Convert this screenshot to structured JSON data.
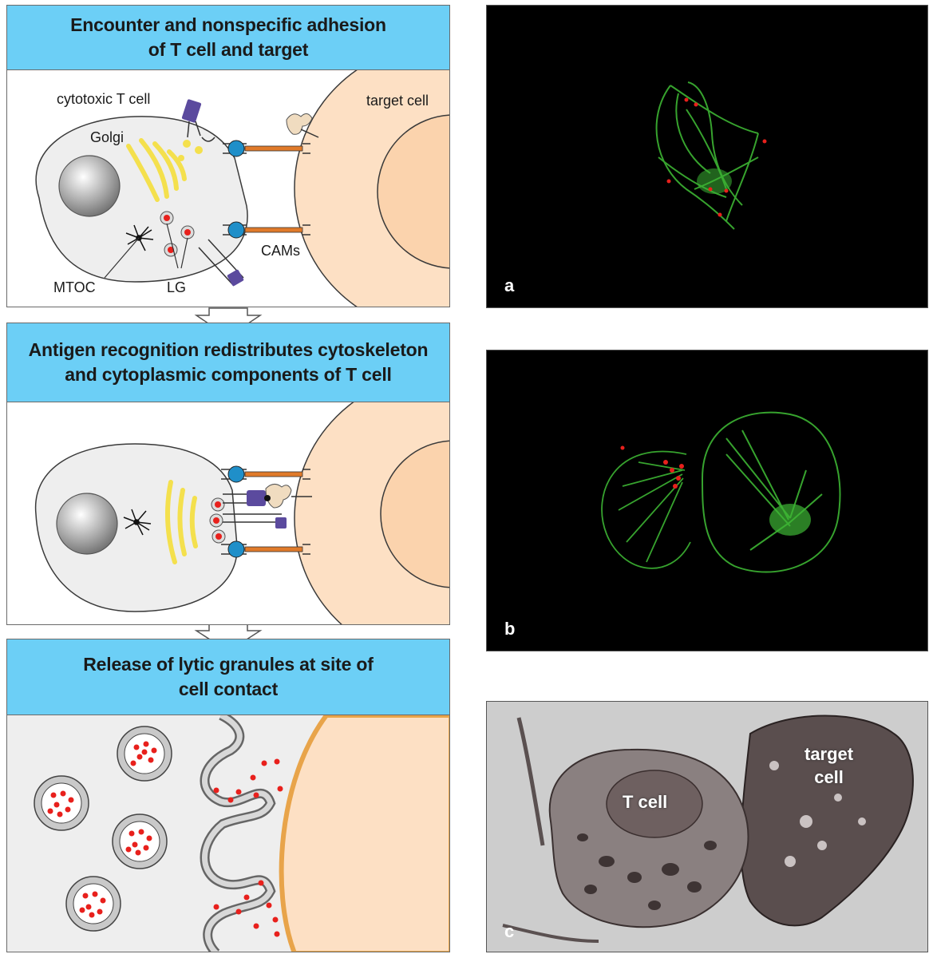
{
  "steps": [
    {
      "line1": "Encounter and nonspecific adhesion",
      "line2": "of T cell and target"
    },
    {
      "line1": "Antigen recognition redistributes cytoskeleton",
      "line2": "and cytoplasmic components of T cell"
    },
    {
      "line1": "Release of lytic granules at site of",
      "line2": "cell contact"
    }
  ],
  "labels": {
    "tcell": "cytotoxic T cell",
    "target": "target cell",
    "golgi": "Golgi",
    "mtoc": "MTOC",
    "lg": "LG",
    "cams": "CAMs"
  },
  "micrographs": {
    "a": "a",
    "b": "b",
    "c": "c",
    "c_tcell": "T cell",
    "c_target_line1": "target",
    "c_target_line2": "cell"
  },
  "colors": {
    "header_blue": "#6ccff6",
    "target_cell": "#fde0c4",
    "tcell_fill": "#eeeeee",
    "golgi_yellow": "#f4e04d",
    "granule_red": "#e8201c",
    "cam_blue": "#1f8fc9",
    "cam_orange": "#e07a2a",
    "receptor_purple": "#5b4a9e",
    "microtubule_green": "#3db534"
  }
}
